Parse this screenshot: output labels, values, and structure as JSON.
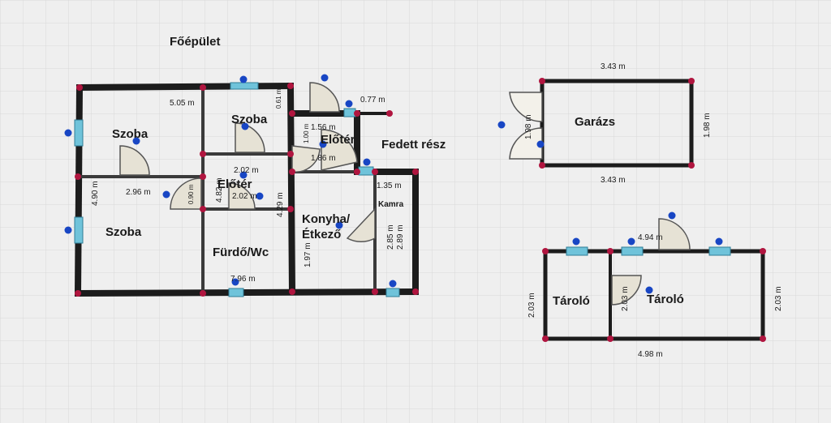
{
  "main_building_title": "Főépület",
  "covered_area_label": "Fedett rész",
  "rooms": {
    "szoba1": "Szoba",
    "szoba2": "Szoba",
    "szoba3": "Szoba",
    "eloter1": "Előtér",
    "eloter2": "Előtér",
    "furdo": "Fürdő/Wc",
    "konyha_line1": "Konyha/",
    "konyha_line2": "Étkező",
    "kamra": "Kamra",
    "garazs": "Garázs",
    "tarolo1": "Tároló",
    "tarolo2": "Tároló"
  },
  "dims": {
    "d_505": "5.05 m",
    "d_061": "0.61 m",
    "d_077": "0.77 m",
    "d_156": "1.56 m",
    "d_186": "1.86 m",
    "d_100": "1.00 m",
    "d_202a": "2.02 m",
    "d_202b": "2.02 m",
    "d_296": "2.96 m",
    "d_090": "0.90 m",
    "d_490": "4.90 m",
    "d_482": "4.82 m",
    "d_429": "4.29 m",
    "d_135": "1.35 m",
    "d_285": "2.85 m",
    "d_289": "2.89 m",
    "d_197": "1.97 m",
    "d_796": "7.96 m",
    "g_343_top": "3.43 m",
    "g_343_bot": "3.43 m",
    "g_198_right": "1.98 m",
    "g_198_door": "1.98 m",
    "t_494": "4.94 m",
    "t_498": "4.98 m",
    "t_203_left": "2.03 m",
    "t_203_mid": "2.03 m",
    "t_203_right": "2.03 m"
  },
  "colors": {
    "wall": "#1c1c1c",
    "node": "#b0153f",
    "marker": "#1846c4",
    "window": "#6fc3da",
    "door_fill": "#e6e2d5",
    "grid": "#d7d7d7",
    "background": "#efefef"
  }
}
